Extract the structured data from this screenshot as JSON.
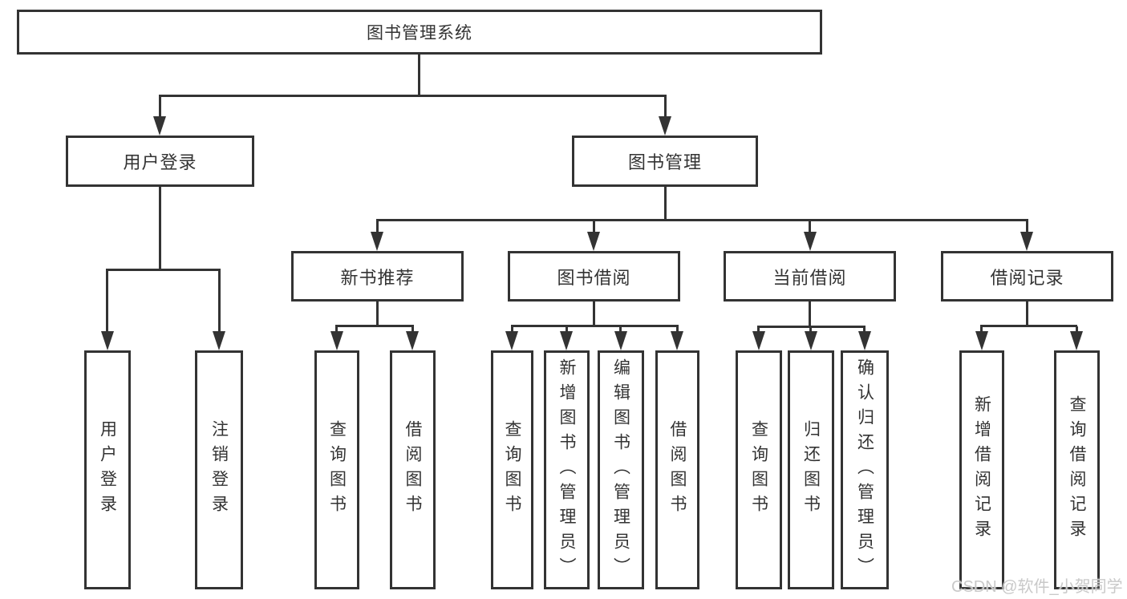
{
  "diagram": {
    "root": {
      "label": "图书管理系统"
    },
    "level2": [
      {
        "label": "用户登录"
      },
      {
        "label": "图书管理"
      }
    ],
    "level3": [
      {
        "label": "新书推荐"
      },
      {
        "label": "图书借阅"
      },
      {
        "label": "当前借阅"
      },
      {
        "label": "借阅记录"
      }
    ],
    "leaves": {
      "user_login": [
        {
          "label": "用户登录"
        },
        {
          "label": "注销登录"
        }
      ],
      "new_book_recommend": [
        {
          "label": "查询图书"
        },
        {
          "label": "借阅图书"
        }
      ],
      "book_borrow": [
        {
          "label": "查询图书"
        },
        {
          "label": "新增图书（管理员）"
        },
        {
          "label": "编辑图书（管理员）"
        },
        {
          "label": "借阅图书"
        }
      ],
      "current_borrow": [
        {
          "label": "查询图书"
        },
        {
          "label": "归还图书"
        },
        {
          "label": "确认归还（管理员）"
        }
      ],
      "borrow_record": [
        {
          "label": "新增借阅记录"
        },
        {
          "label": "查询借阅记录"
        }
      ]
    },
    "watermark": "CSDN @软件_小贺同学",
    "colors": {
      "line": "#333333",
      "text": "#333333",
      "watermark": "#c9c9c9",
      "background": "#ffffff"
    }
  }
}
